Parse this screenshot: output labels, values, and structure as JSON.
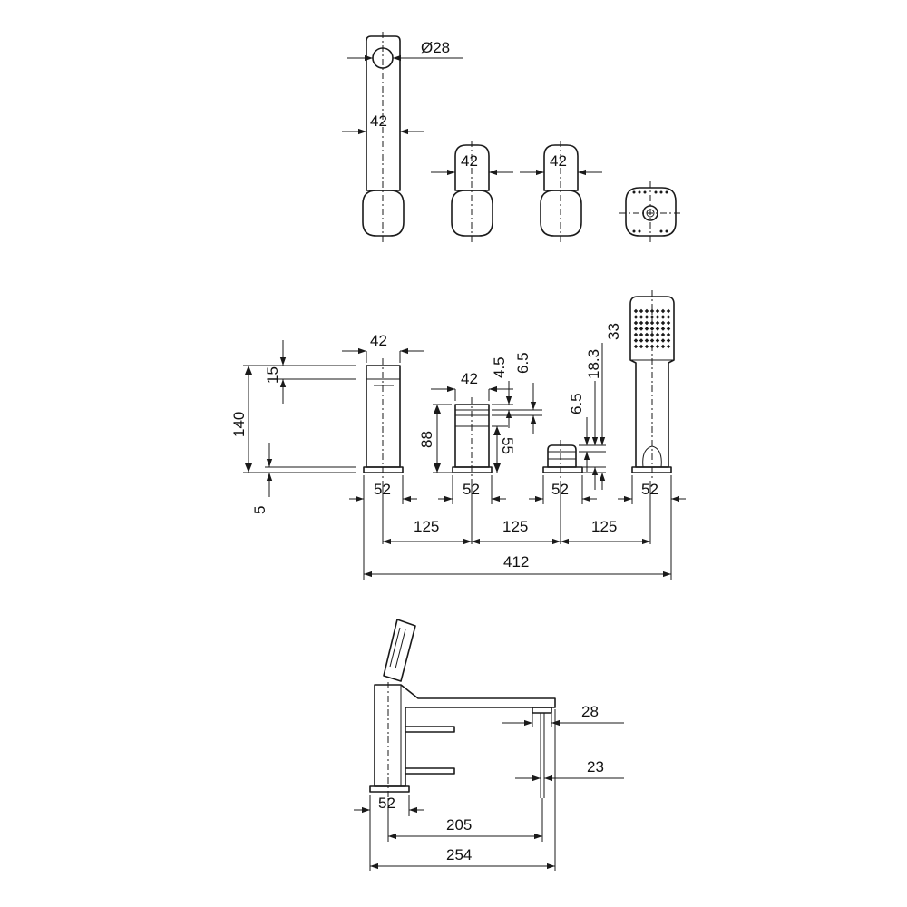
{
  "top_view": {
    "diameter_label": "Ø28",
    "spout_width_label": "42",
    "handle_1_width_label": "42",
    "handle_2_width_label": "42"
  },
  "front_view": {
    "spout_top_width_label": "42",
    "spout_lip_label": "15",
    "spout_height_label": "140",
    "base_height_label": "5",
    "handle_width_label": "42",
    "handle_height_label": "88",
    "handle_dim_a_label": "4.5",
    "handle_dim_b_label": "6.5",
    "handle_dim_c_label": "55",
    "diverter_dim_a_label": "6.5",
    "diverter_dim_b_label": "18.3",
    "diverter_dim_c_label": "33",
    "base_widths": [
      "52",
      "52",
      "52",
      "52"
    ],
    "spacings": [
      "125",
      "125",
      "125"
    ],
    "overall_width_label": "412"
  },
  "side_view": {
    "outlet_diameter_label": "28",
    "hole_diameter_label": "23",
    "base_label": "52",
    "reach_label": "205",
    "total_length_label": "254"
  }
}
